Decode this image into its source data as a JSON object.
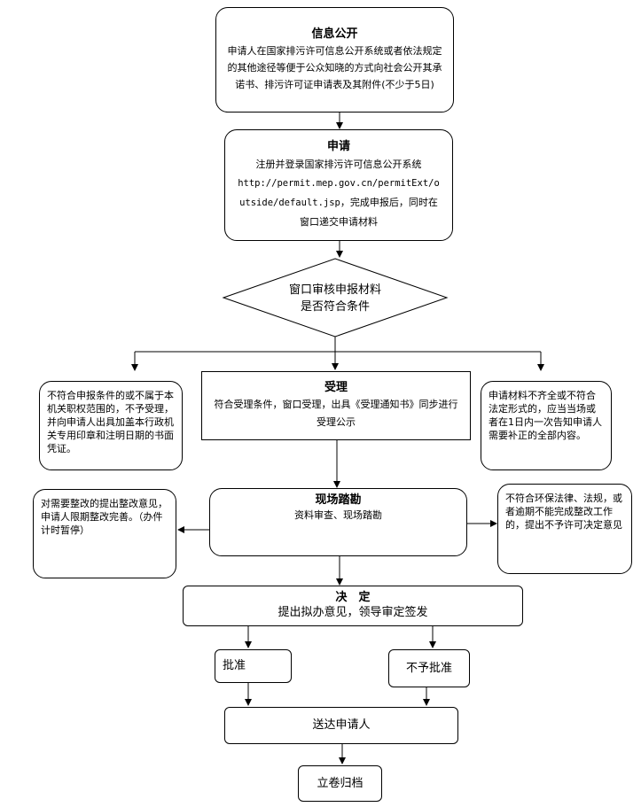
{
  "steps": {
    "publicity": {
      "title": "信息公开",
      "text": "申请人在国家排污许可信息公开系统或者依法规定的其他途径等便于公众知晓的方式向社会公开其承诺书、排污许可证申请表及其附件(不少于5日)"
    },
    "apply": {
      "title": "申请",
      "line1": "注册并登录国家排污许可信息公开系统",
      "url": "http://permit.mep.gov.cn/permitExt/outside/default.jsp",
      "line3": "，完成申报后，同时在窗口递交申请材料"
    },
    "review": {
      "line1": "窗口审核申报材料",
      "line2": "是否符合条件"
    },
    "reject_left": {
      "text": "不符合申报条件的或不属于本机关职权范围的，不予受理，并向申请人出具加盖本行政机关专用印章和注明日期的书面凭证。"
    },
    "accept": {
      "title": "受理",
      "text": "符合受理条件，窗口受理，出具《受理通知书》同步进行受理公示"
    },
    "supplement_right": {
      "text": "申请材料不齐全或不符合法定形式的，应当当场或者在1日内一次告知申请人需要补正的全部内容。"
    },
    "inspect": {
      "title": "现场踏勘",
      "text": "资料审查、现场踏勘"
    },
    "rectify_left": {
      "text": "对需要整改的提出整改意见，申请人限期整改完善。（办件计时暂停）"
    },
    "deny_right": {
      "text": "不符合环保法律、法规，或者逾期不能完成整改工作的，提出不予许可决定意见"
    },
    "decide": {
      "title": "决　定",
      "text": "提出拟办意见，领导审定签发"
    },
    "approve": {
      "label": "批准"
    },
    "not_approve": {
      "label": "不予批准"
    },
    "deliver": {
      "label": "送达申请人"
    },
    "archive": {
      "label": "立卷归档"
    }
  }
}
